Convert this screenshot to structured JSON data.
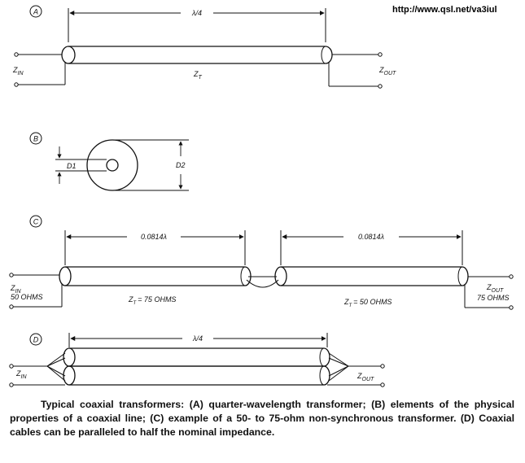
{
  "url": "http://www.qsl.net/va3iul",
  "caption": "Typical coaxial transformers: (A) quarter-wavelength transformer; (B) elements of the physical properties of a coaxial line; (C) example of a 50- to 75-ohm non-synchronous transformer. (D) Coaxial cables can be paralleled to half the nominal impedance.",
  "panels": {
    "a": {
      "marker": "A",
      "length": "λ/4",
      "zin": "Z",
      "zin_sub": "IN",
      "zt": "Z",
      "zt_sub": "T",
      "zout": "Z",
      "zout_sub": "OUT"
    },
    "b": {
      "marker": "B",
      "d1": "D1",
      "d2": "D2"
    },
    "c": {
      "marker": "C",
      "len1": "0.0814λ",
      "len2": "0.0814λ",
      "zin": "Z",
      "zin_sub": "IN",
      "zin_val": "50 OHMS",
      "zt1": "Z",
      "zt1_sub": "T",
      "zt1_val": "= 75 OHMS",
      "zt2": "Z",
      "zt2_sub": "T",
      "zt2_val": "= 50 OHMS",
      "zout": "Z",
      "zout_sub": "OUT",
      "zout_val": "75 OHMS"
    },
    "d": {
      "marker": "D",
      "length": "λ/4",
      "zin": "Z",
      "zin_sub": "IN",
      "zout": "Z",
      "zout_sub": "OUT"
    }
  }
}
